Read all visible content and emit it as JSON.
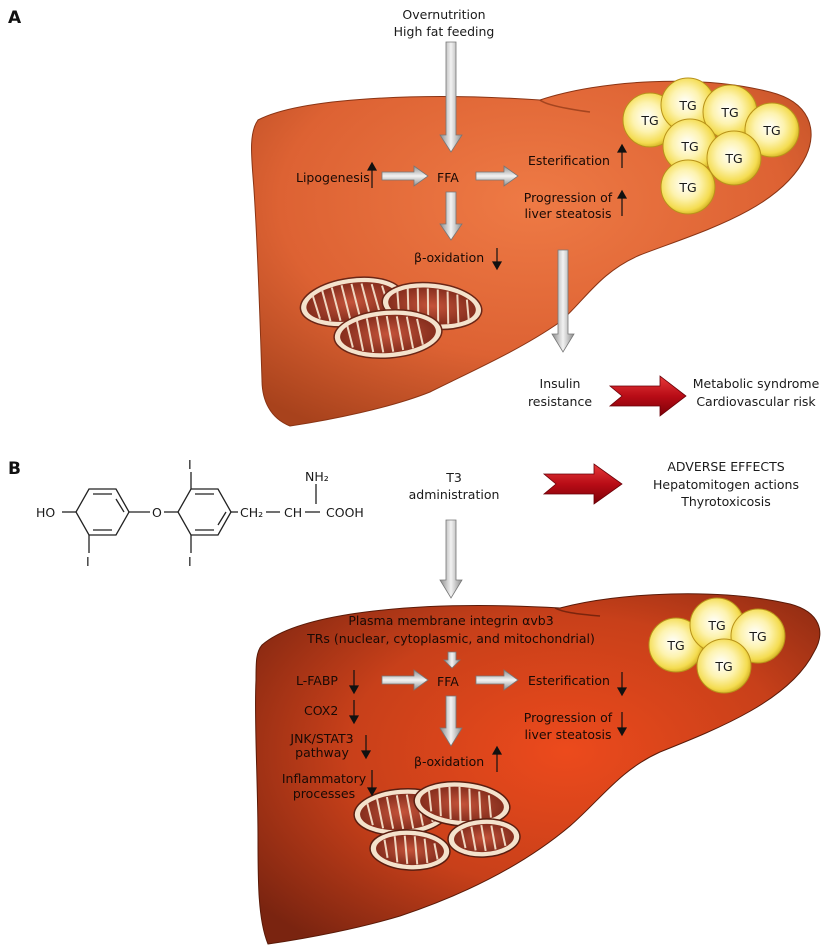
{
  "panel_a": {
    "letter": "A",
    "input_line1": "Overnutrition",
    "input_line2": "High fat feeding",
    "lipogenesis": "Lipogenesis",
    "ffa": "FFA",
    "esterification": "Esterification",
    "progression_line1": "Progression of",
    "progression_line2": "liver steatosis",
    "beta_oxidation": "β-oxidation",
    "insulin_line1": "Insulin",
    "insulin_line2": "resistance",
    "outcome_line1": "Metabolic syndrome",
    "outcome_line2": "Cardiovascular risk",
    "tg_label": "TG"
  },
  "panel_b": {
    "letter": "B",
    "t3_line1": "T3",
    "t3_line2": "administration",
    "adverse_title": "ADVERSE EFFECTS",
    "adverse_line1": "Hepatomitogen actions",
    "adverse_line2": "Thyrotoxicosis",
    "membrane_line": "Plasma membrane integrin αvb3",
    "receptors_line": "TRs (nuclear, cytoplasmic, and mitochondrial)",
    "lfabp": "L-FABP",
    "cox2": "COX2",
    "jnk_line1": "JNK/STAT3",
    "jnk_line2": "pathway",
    "inflam_line1": "Inflammatory",
    "inflam_line2": "processes",
    "ffa": "FFA",
    "esterification": "Esterification",
    "progression_line1": "Progression of",
    "progression_line2": "liver steatosis",
    "beta_oxidation": "β-oxidation",
    "tg_label": "TG"
  },
  "molecule": {
    "ho": "HO",
    "o": "O",
    "iodine": "I",
    "ch2": "CH₂",
    "ch": "CH",
    "nh2": "NH₂",
    "cooh": "COOH"
  },
  "colors": {
    "liver_a_light": "#e8693a",
    "liver_a_dark": "#a8421c",
    "liver_b_light": "#e84a20",
    "liver_b_dark": "#7a2410",
    "tg_fill": "#f7e26a",
    "red_arrow": "#c8121c"
  }
}
